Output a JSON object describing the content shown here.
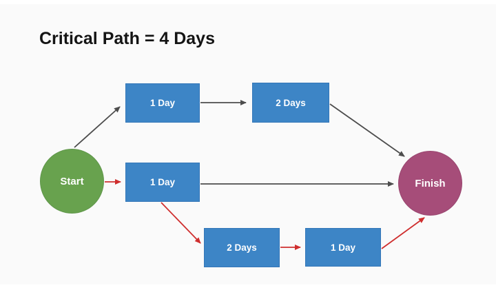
{
  "title": "Critical Path = 4 Days",
  "colors": {
    "background": "#fafafa",
    "task_blue": "#3d85c6",
    "start_green": "#68a24e",
    "finish_purple": "#a64d79",
    "critical_edge_red": "#cf2e2e",
    "normal_edge_gray": "#4d4d4d",
    "node_text": "#ffffff",
    "title_text": "#141414"
  },
  "nodes": [
    {
      "id": "start",
      "label": "Start",
      "shape": "circle"
    },
    {
      "id": "task-top-1",
      "label": "1 Day",
      "shape": "rect"
    },
    {
      "id": "task-top-2",
      "label": "2 Days",
      "shape": "rect"
    },
    {
      "id": "task-mid",
      "label": "1 Day",
      "shape": "rect"
    },
    {
      "id": "task-bottom-1",
      "label": "2 Days",
      "shape": "rect"
    },
    {
      "id": "task-bottom-2",
      "label": "1 Day",
      "shape": "rect"
    },
    {
      "id": "finish",
      "label": "Finish",
      "shape": "circle"
    }
  ],
  "edges": [
    {
      "from": "start",
      "to": "task-top-1",
      "critical": false
    },
    {
      "from": "task-top-1",
      "to": "task-top-2",
      "critical": false
    },
    {
      "from": "task-top-2",
      "to": "finish",
      "critical": false
    },
    {
      "from": "start",
      "to": "task-mid",
      "critical": true
    },
    {
      "from": "task-mid",
      "to": "finish",
      "critical": false
    },
    {
      "from": "task-mid",
      "to": "task-bottom-1",
      "critical": true
    },
    {
      "from": "task-bottom-1",
      "to": "task-bottom-2",
      "critical": true
    },
    {
      "from": "task-bottom-2",
      "to": "finish",
      "critical": true
    }
  ]
}
